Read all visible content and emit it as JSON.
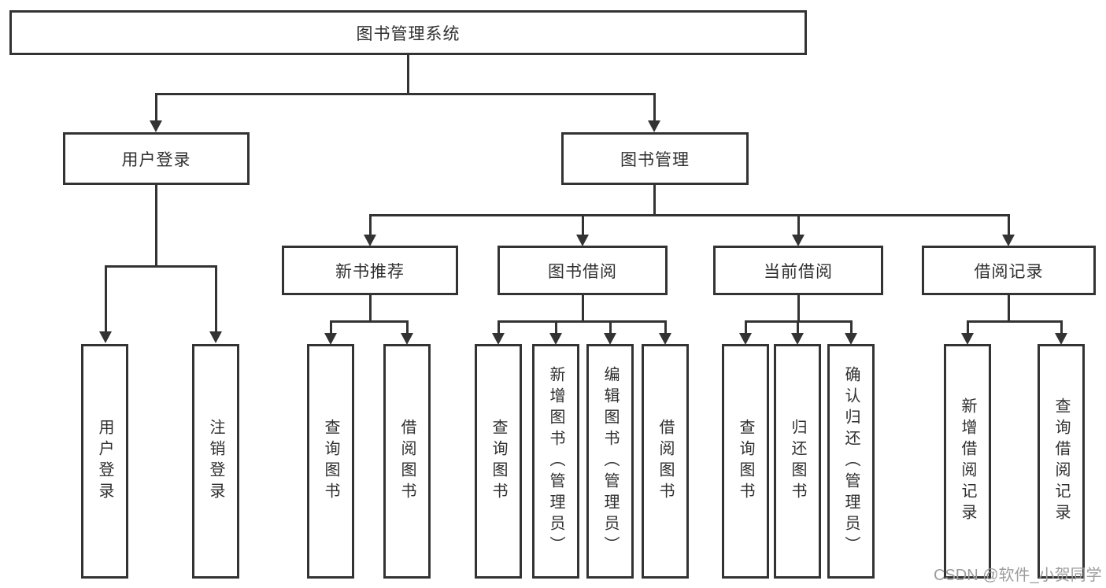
{
  "diagram": {
    "root": "图书管理系统",
    "branches": [
      {
        "label": "用户登录",
        "children": [
          "用户登录",
          "注销登录"
        ]
      },
      {
        "label": "图书管理",
        "children": [
          {
            "label": "新书推荐",
            "children": [
              "查询图书",
              "借阅图书"
            ]
          },
          {
            "label": "图书借阅",
            "children": [
              "查询图书",
              "新增图书（管理员）",
              "编辑图书（管理员）",
              "借阅图书"
            ]
          },
          {
            "label": "当前借阅",
            "children": [
              "查询图书",
              "归还图书",
              "确认归还（管理员）"
            ]
          },
          {
            "label": "借阅记录",
            "children": [
              "新增借阅记录",
              "查询借阅记录"
            ]
          }
        ]
      }
    ]
  },
  "watermark": {
    "text": "CSDN @软件_小贺同学"
  },
  "colors": {
    "line": "#333333",
    "text": "#2f2f2f",
    "background": "#ffffff",
    "watermark": "#9e9e9e"
  }
}
